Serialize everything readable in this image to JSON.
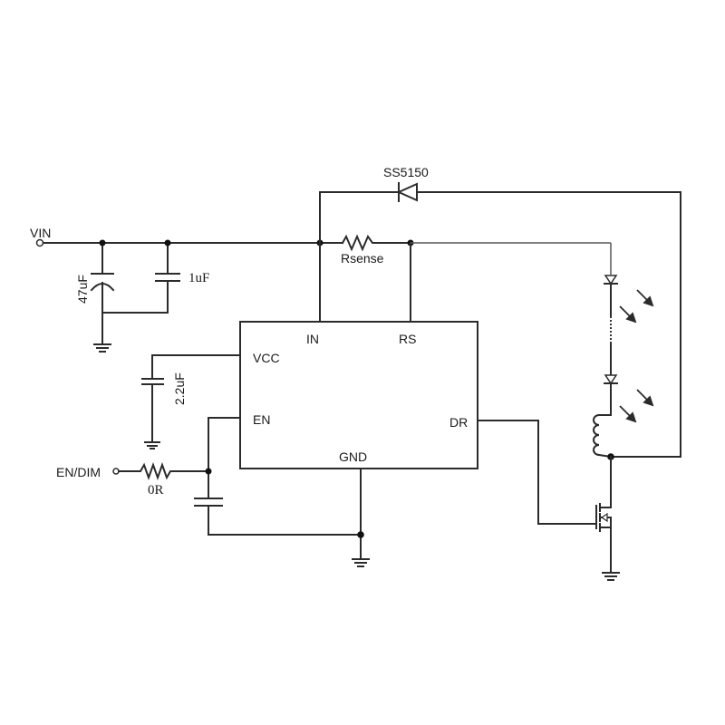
{
  "diagram": {
    "type": "circuit-schematic",
    "ic": {
      "pins": {
        "in": "IN",
        "rs": "RS",
        "vcc": "VCC",
        "en": "EN",
        "dr": "DR",
        "gnd": "GND"
      }
    },
    "labels": {
      "vin": "VIN",
      "diode": "SS5150",
      "rsense": "Rsense",
      "c_input_bulk": "47uF",
      "c_input_ceramic": "1uF",
      "c_vcc": "2.2uF",
      "en_dim": "EN/DIM",
      "r_en": "0R"
    }
  }
}
